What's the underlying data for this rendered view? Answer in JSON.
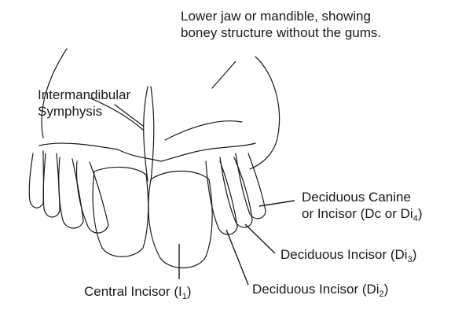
{
  "caption": {
    "line1": "Lower jaw or mandible, showing",
    "line2": "boney structure without the gums."
  },
  "labels": {
    "symphysis": {
      "line1": "Intermandibular",
      "line2": "Symphysis"
    },
    "deciduous_canine": {
      "line1": "Deciduous Canine",
      "line2_prefix": "or Incisor (Dc or Di",
      "line2_sub": "4",
      "line2_suffix": ")"
    },
    "di3": {
      "prefix": "Deciduous Incisor (Di",
      "sub": "3",
      "suffix": ")"
    },
    "di2": {
      "prefix": "Deciduous Incisor (Di",
      "sub": "2",
      "suffix": ")"
    },
    "central": {
      "prefix": "Central Incisor (I",
      "sub": "1",
      "suffix": ")"
    }
  },
  "colors": {
    "ink": "#1a1a1a",
    "background": "#ffffff"
  }
}
